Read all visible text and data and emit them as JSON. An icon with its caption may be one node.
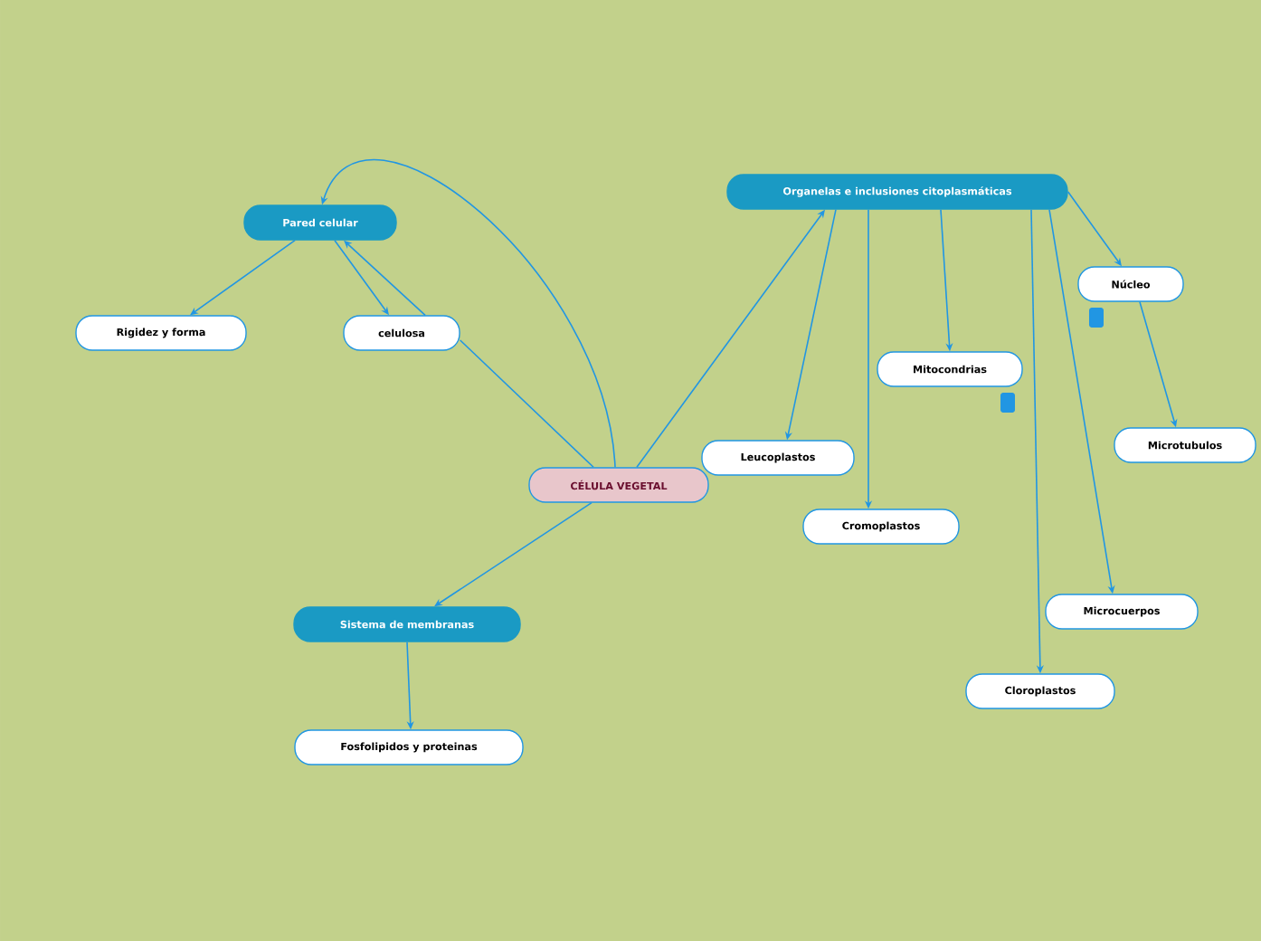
{
  "diagram": {
    "nodes": [
      {
        "text": [
          "Pared celular"
        ]
      },
      {
        "text": [
          "Rigidez y forma"
        ]
      },
      {
        "text": [
          "celulosa"
        ]
      },
      {
        "text": [
          "CÉLULA VEGETAL"
        ]
      },
      {
        "text": [
          "Organelas e inclusiones citoplasmáticas"
        ]
      },
      {
        "text": [
          "Núcleo"
        ]
      },
      {
        "text": [
          "Mitocondrias"
        ]
      },
      {
        "text": [
          "Microtubulos"
        ]
      },
      {
        "text": [
          "Leucoplastos"
        ]
      },
      {
        "text": [
          "Cromoplastos"
        ]
      },
      {
        "text": [
          "Microcuerpos"
        ]
      },
      {
        "text": [
          "Cloroplastos"
        ]
      },
      {
        "text": [
          "Sistema de membranas"
        ]
      },
      {
        "text": [
          "Fosfolipidos y proteinas"
        ]
      }
    ],
    "edges": [
      {
        "from": 3,
        "to": 0,
        "arrow": "to"
      },
      {
        "from": 0,
        "to": 1,
        "arrow": "to"
      },
      {
        "from": 0,
        "to": 2,
        "arrow": "to"
      },
      {
        "from": 2,
        "to": 0,
        "arrow": "to"
      },
      {
        "from": 3,
        "to": 2,
        "arrow": "none"
      },
      {
        "from": 3,
        "to": 4,
        "arrow": "to"
      },
      {
        "from": 3,
        "to": 12,
        "arrow": "to"
      },
      {
        "from": 12,
        "to": 13,
        "arrow": "to"
      },
      {
        "from": 4,
        "to": 5,
        "arrow": "to"
      },
      {
        "from": 4,
        "to": 6,
        "arrow": "to"
      },
      {
        "from": 4,
        "to": 8,
        "arrow": "to"
      },
      {
        "from": 4,
        "to": 9,
        "arrow": "to"
      },
      {
        "from": 4,
        "to": 11,
        "arrow": "to"
      },
      {
        "from": 4,
        "to": 10,
        "arrow": "to"
      },
      {
        "from": 5,
        "to": 7,
        "arrow": "to"
      }
    ]
  }
}
